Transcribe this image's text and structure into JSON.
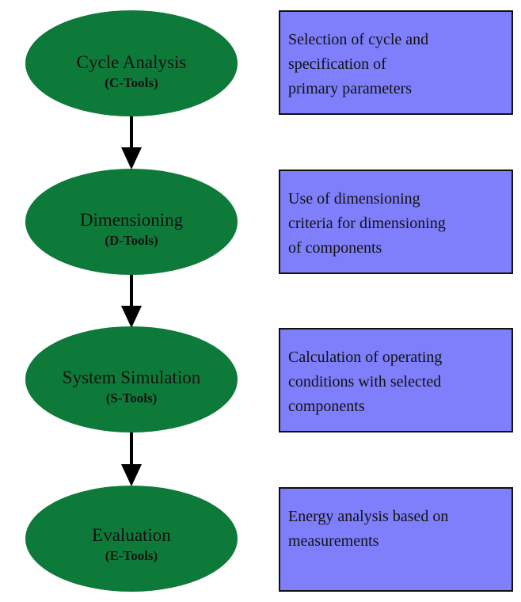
{
  "colors": {
    "ellipse_fill": "#0e7a3a",
    "box_fill": "#7f7ffb",
    "arrow": "#000000"
  },
  "steps": [
    {
      "title": "Cycle Analysis",
      "subtitle": "(C-Tools)",
      "description": [
        "Selection of cycle and",
        "specification of",
        "primary parameters"
      ]
    },
    {
      "title": "Dimensioning",
      "subtitle": "(D-Tools)",
      "description": [
        "Use of dimensioning",
        "criteria for dimensioning",
        "of components"
      ]
    },
    {
      "title": "System Simulation",
      "subtitle": "(S-Tools)",
      "description": [
        "Calculation of operating",
        "conditions with selected",
        "components"
      ]
    },
    {
      "title": "Evaluation",
      "subtitle": "(E-Tools)",
      "description": [
        "Energy analysis based on",
        "measurements"
      ]
    }
  ]
}
